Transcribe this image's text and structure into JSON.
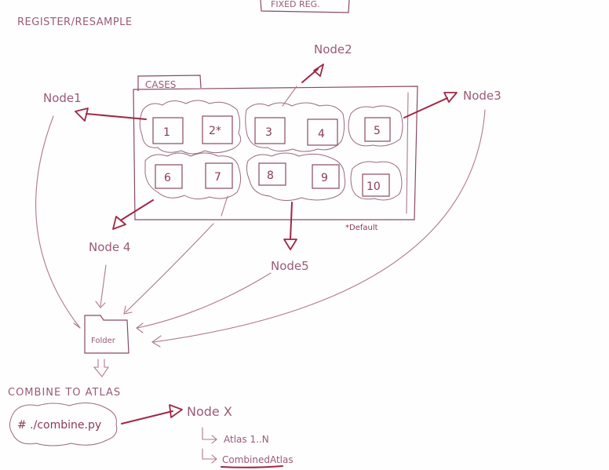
{
  "title": "REGISTER/RESAMPLE",
  "top_box_label": "FIXED REG.",
  "cases_label": "CASES",
  "cases": [
    {
      "label": "1"
    },
    {
      "label": "2*"
    },
    {
      "label": "3"
    },
    {
      "label": "4"
    },
    {
      "label": "5"
    },
    {
      "label": "6"
    },
    {
      "label": "7"
    },
    {
      "label": "8"
    },
    {
      "label": "9"
    },
    {
      "label": "10"
    }
  ],
  "default_note": "*Default",
  "nodes": {
    "node1": "Node1",
    "node2": "Node2",
    "node3": "Node3",
    "node4": "Node 4",
    "node5": "Node5",
    "nodex": "Node X"
  },
  "folder_label": "Folder",
  "combine_title": "COMBINE TO ATLAS",
  "command": "# ./combine.py",
  "outputs": [
    "Atlas 1..N",
    "CombinedAtlas"
  ],
  "colors": {
    "ink": "#a02846",
    "pencil": "#9a5a78"
  }
}
